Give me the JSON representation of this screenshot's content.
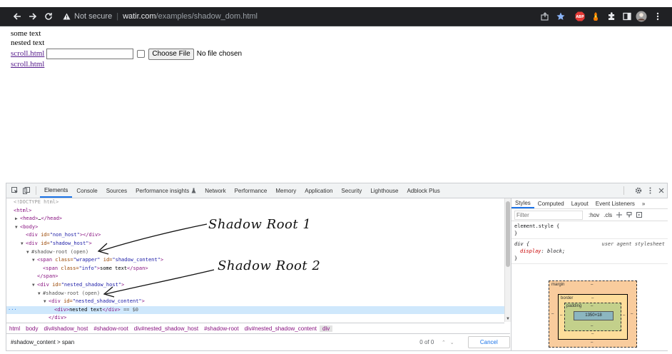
{
  "browser": {
    "nav": {
      "back_icon": "arrow-left-icon",
      "forward_icon": "arrow-right-icon",
      "reload_icon": "reload-icon"
    },
    "address": {
      "security_label": "Not secure",
      "host": "watir.com",
      "path": "/examples/shadow_dom.html"
    },
    "extensions": [
      "share-icon",
      "bookmark-star-icon",
      "adblock-plus-icon",
      "extension-icon",
      "puzzle-icon",
      "sidepanel-icon",
      "profile-avatar-icon",
      "kebab-menu-icon"
    ],
    "extension_labels": {
      "adblock": "ABP"
    }
  },
  "page": {
    "line1": "some text",
    "line2": "nested text",
    "link1": "scroll.html",
    "input_value": "",
    "file_button": "Choose File",
    "file_status": "No file chosen",
    "link2": "scroll.html"
  },
  "devtools": {
    "tabs": [
      "Elements",
      "Console",
      "Sources",
      "Performance insights",
      "Network",
      "Performance",
      "Memory",
      "Application",
      "Security",
      "Lighthouse",
      "Adblock Plus"
    ],
    "active_tab": "Elements",
    "dom": {
      "l0": "<!DOCTYPE html>",
      "l1": "<html>",
      "l2a": "<head>",
      "l2b": "…",
      "l2c": "</head>",
      "l3": "<body>",
      "l4_tag": "<div",
      "l4_attr": " id=",
      "l4_val": "\"non_host\"",
      "l4_end": "></div>",
      "l5_tag": "<div",
      "l5_attr": " id=",
      "l5_val": "\"shadow_host\"",
      "l5_end": ">",
      "l6": "#shadow-root (open)",
      "l7_tag": "<span",
      "l7_attr1": " class=",
      "l7_val1": "\"wrapper\"",
      "l7_attr2": " id=",
      "l7_val2": "\"shadow_content\"",
      "l7_end": ">",
      "l8_tag": "<span",
      "l8_attr": " class=",
      "l8_val": "\"info\"",
      "l8_mid": ">",
      "l8_text": "some text",
      "l8_end": "</span>",
      "l9": "</span>",
      "l10_tag": "<div",
      "l10_attr": " id=",
      "l10_val": "\"nested_shadow_host\"",
      "l10_end": ">",
      "l11": "#shadow-root (open)",
      "l12_tag": "<div",
      "l12_attr": " id=",
      "l12_val": "\"nested_shadow_content\"",
      "l12_end": ">",
      "l13_open": "<div>",
      "l13_text": "nested text",
      "l13_close": "</div>",
      "l13_eq": " == $0",
      "l14": "</div>",
      "dots": "···"
    },
    "breadcrumbs": [
      "html",
      "body",
      "div#shadow_host",
      "#shadow-root",
      "div#nested_shadow_host",
      "#shadow-root",
      "div#nested_shadow_content",
      "div"
    ],
    "search": {
      "query": "#shadow_content > span",
      "count": "0 of 0",
      "cancel": "Cancel"
    },
    "styles": {
      "tabs": [
        "Styles",
        "Computed",
        "Layout",
        "Event Listeners"
      ],
      "more": "»",
      "filter_placeholder": "Filter",
      "hov": ":hov",
      "cls": ".cls",
      "element_style": "element.style {",
      "element_style_close": "}",
      "rule_selector": "div {",
      "rule_source": "user agent stylesheet",
      "rule_prop": "display",
      "rule_val": "block;",
      "rule_close": "}",
      "box": {
        "margin_label": "margin",
        "border_label": "border",
        "padding_label": "padding",
        "content": "1350×18",
        "dash": "–"
      }
    }
  },
  "annotations": {
    "root1": "Shadow Root 1",
    "root2": "Shadow Root 2"
  }
}
